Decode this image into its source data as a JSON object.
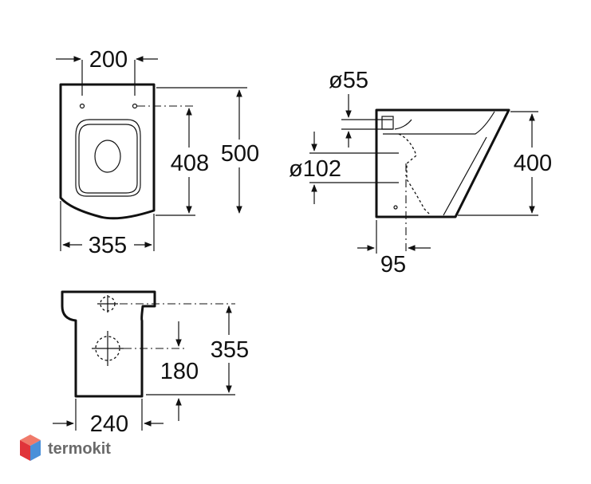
{
  "dimensions": {
    "top_width": "200",
    "bolt_spacing": "408",
    "total_length": "500",
    "total_width": "355",
    "outlet_diameter": "ø55",
    "inlet_diameter": "ø102",
    "height": "400",
    "rear_offset": "95",
    "base_length": "355",
    "drain_offset": "180",
    "base_width": "240"
  },
  "watermark": {
    "brand": "termokit",
    "colors": {
      "top": "#f07a6a",
      "left": "#e0343a",
      "right": "#4a90d9"
    }
  }
}
